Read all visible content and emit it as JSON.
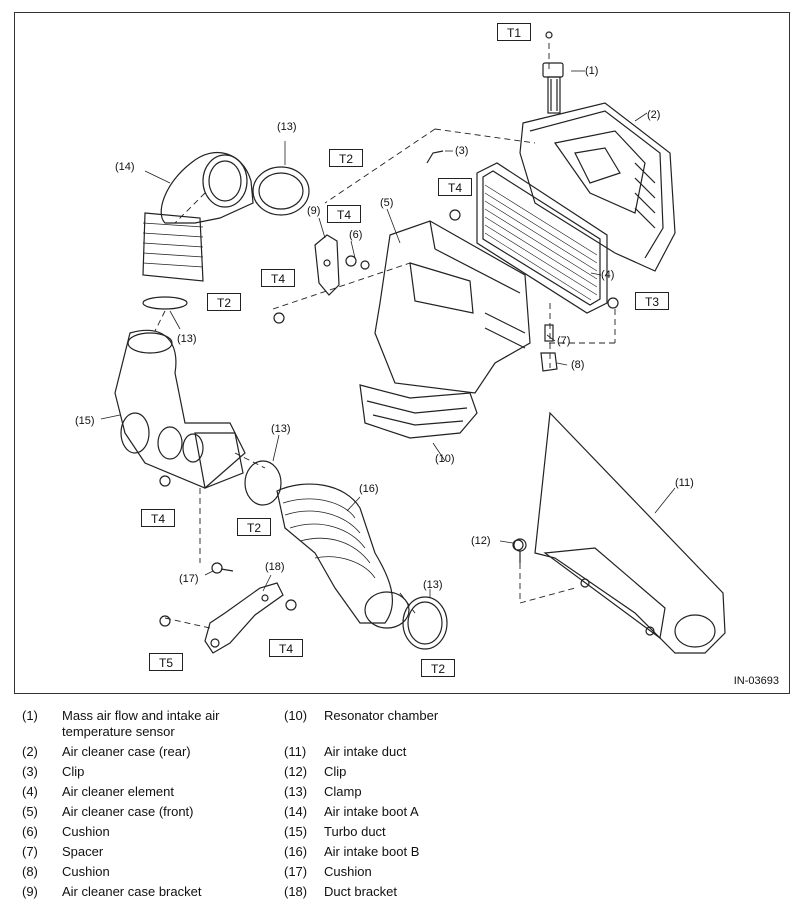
{
  "diagram": {
    "figure_id": "IN-03693",
    "torque_tags": [
      {
        "key": "t1",
        "label": "T1"
      },
      {
        "key": "t2a",
        "label": "T2"
      },
      {
        "key": "t2b",
        "label": "T2"
      },
      {
        "key": "t2c",
        "label": "T2"
      },
      {
        "key": "t2d",
        "label": "T2"
      },
      {
        "key": "t3",
        "label": "T3"
      },
      {
        "key": "t4a",
        "label": "T4"
      },
      {
        "key": "t4b",
        "label": "T4"
      },
      {
        "key": "t4c",
        "label": "T4"
      },
      {
        "key": "t4d",
        "label": "T4"
      },
      {
        "key": "t4e",
        "label": "T4"
      },
      {
        "key": "t5",
        "label": "T5"
      }
    ],
    "callouts": [
      {
        "key": "c1",
        "label": "(1)"
      },
      {
        "key": "c2",
        "label": "(2)"
      },
      {
        "key": "c3",
        "label": "(3)"
      },
      {
        "key": "c4",
        "label": "(4)"
      },
      {
        "key": "c5",
        "label": "(5)"
      },
      {
        "key": "c6",
        "label": "(6)"
      },
      {
        "key": "c7",
        "label": "(7)"
      },
      {
        "key": "c8",
        "label": "(8)"
      },
      {
        "key": "c9",
        "label": "(9)"
      },
      {
        "key": "c10",
        "label": "(10)"
      },
      {
        "key": "c11",
        "label": "(11)"
      },
      {
        "key": "c12",
        "label": "(12)"
      },
      {
        "key": "c13a",
        "label": "(13)"
      },
      {
        "key": "c13b",
        "label": "(13)"
      },
      {
        "key": "c13c",
        "label": "(13)"
      },
      {
        "key": "c13d",
        "label": "(13)"
      },
      {
        "key": "c14",
        "label": "(14)"
      },
      {
        "key": "c15",
        "label": "(15)"
      },
      {
        "key": "c16",
        "label": "(16)"
      },
      {
        "key": "c17",
        "label": "(17)"
      },
      {
        "key": "c18",
        "label": "(18)"
      }
    ]
  },
  "legend": {
    "left": [
      {
        "num": "(1)",
        "text": "Mass air flow and intake air temperature sensor"
      },
      {
        "num": "(2)",
        "text": "Air cleaner case (rear)"
      },
      {
        "num": "(3)",
        "text": "Clip"
      },
      {
        "num": "(4)",
        "text": "Air cleaner element"
      },
      {
        "num": "(5)",
        "text": "Air cleaner case (front)"
      },
      {
        "num": "(6)",
        "text": "Cushion"
      },
      {
        "num": "(7)",
        "text": "Spacer"
      },
      {
        "num": "(8)",
        "text": "Cushion"
      },
      {
        "num": "(9)",
        "text": "Air cleaner case bracket"
      }
    ],
    "right": [
      {
        "num": "(10)",
        "text": "Resonator chamber"
      },
      {
        "num": "(11)",
        "text": "Air intake duct"
      },
      {
        "num": "(12)",
        "text": "Clip"
      },
      {
        "num": "(13)",
        "text": "Clamp"
      },
      {
        "num": "(14)",
        "text": "Air intake boot A"
      },
      {
        "num": "(15)",
        "text": "Turbo duct"
      },
      {
        "num": "(16)",
        "text": "Air intake boot B"
      },
      {
        "num": "(17)",
        "text": "Cushion"
      },
      {
        "num": "(18)",
        "text": "Duct bracket"
      }
    ]
  }
}
